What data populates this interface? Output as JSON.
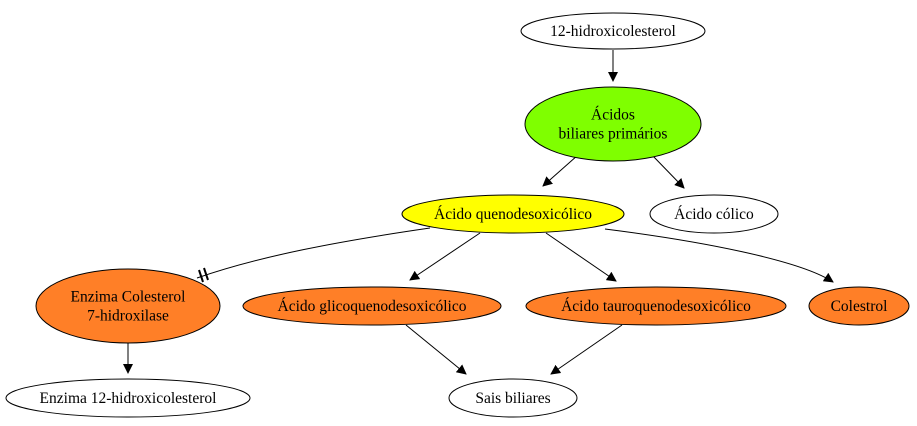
{
  "nodes": {
    "hidroxi": {
      "lines": [
        "12-hidroxicolesterol"
      ],
      "fill": "#ffffff"
    },
    "acidos": {
      "lines": [
        "Ácidos",
        "biliares primários"
      ],
      "fill": "#7fff00"
    },
    "queno": {
      "lines": [
        "Ácido quenodesoxicólico"
      ],
      "fill": "#ffff00"
    },
    "colico": {
      "lines": [
        "Ácido cólico"
      ],
      "fill": "#ffffff"
    },
    "enzima7": {
      "lines": [
        "Enzima Colesterol",
        "7-hidroxilase"
      ],
      "fill": "#ff7f27"
    },
    "glico": {
      "lines": [
        "Ácido glicoquenodesoxicólico"
      ],
      "fill": "#ff7f27"
    },
    "tauro": {
      "lines": [
        "Ácido tauroquenodesoxicólico"
      ],
      "fill": "#ff7f27"
    },
    "colestrol": {
      "lines": [
        "Colestrol"
      ],
      "fill": "#ff7f27"
    },
    "enzima12": {
      "lines": [
        "Enzima 12-hidroxicolesterol"
      ],
      "fill": "#ffffff"
    },
    "sais": {
      "lines": [
        "Sais biliares"
      ],
      "fill": "#ffffff"
    }
  },
  "edges": [
    {
      "from": "hidroxi",
      "to": "acidos",
      "arrow": "normal"
    },
    {
      "from": "acidos",
      "to": "queno",
      "arrow": "normal"
    },
    {
      "from": "acidos",
      "to": "colico",
      "arrow": "normal"
    },
    {
      "from": "queno",
      "to": "enzima7",
      "arrow": "tee"
    },
    {
      "from": "queno",
      "to": "glico",
      "arrow": "normal"
    },
    {
      "from": "queno",
      "to": "tauro",
      "arrow": "normal"
    },
    {
      "from": "queno",
      "to": "colestrol",
      "arrow": "normal"
    },
    {
      "from": "enzima7",
      "to": "enzima12",
      "arrow": "normal"
    },
    {
      "from": "glico",
      "to": "sais",
      "arrow": "normal"
    },
    {
      "from": "tauro",
      "to": "sais",
      "arrow": "normal"
    }
  ]
}
